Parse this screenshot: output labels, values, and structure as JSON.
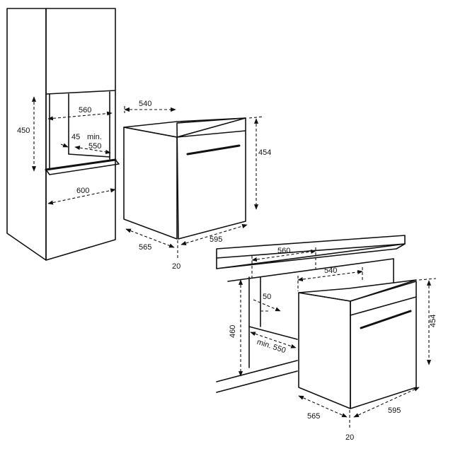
{
  "diagram": {
    "column_unit": {
      "niche_height": "450",
      "niche_width": "560",
      "rear_gap": "45",
      "min_label": "min.",
      "min_depth": "550",
      "cabinet_width": "600"
    },
    "oven": {
      "depth": "540",
      "height": "454",
      "width": "595",
      "body_depth": "565",
      "front_offset": "20"
    },
    "under_counter": {
      "niche_width": "560",
      "oven_depth": "540",
      "rear_gap": "50",
      "niche_height": "460",
      "min_depth_label": "min. 550",
      "oven_height": "454",
      "body_depth": "565",
      "oven_width": "595",
      "front_offset": "20"
    }
  }
}
